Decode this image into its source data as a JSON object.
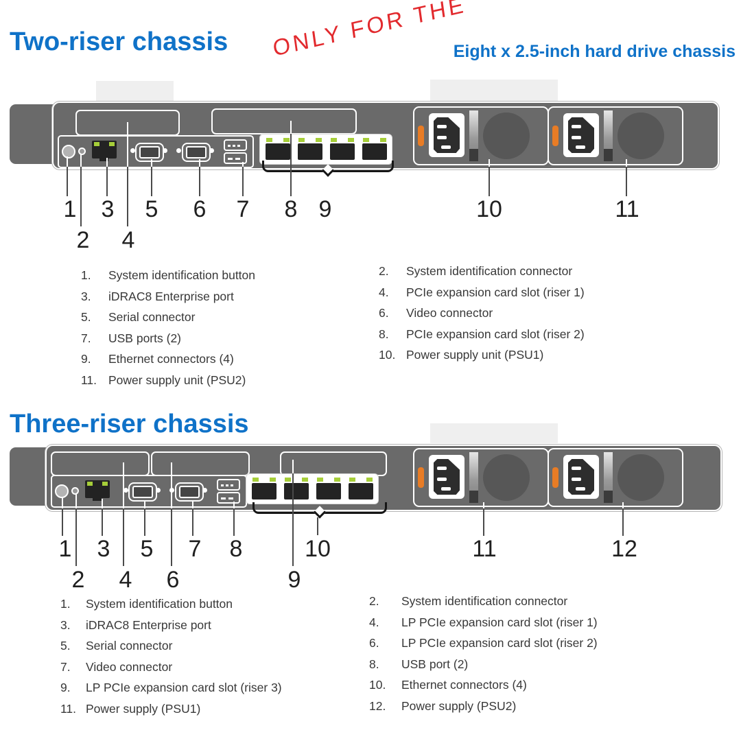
{
  "colors": {
    "accent_blue": "#0f72c8",
    "annotation_red": "#e22a2e",
    "chassis_gray": "#6a6a6a",
    "led_green": "#a6ce39",
    "psu_orange": "#e87c25"
  },
  "two_riser": {
    "title": "Two-riser chassis",
    "annotation": "ONLY FOR THE",
    "subtitle": "Eight x 2.5-inch hard drive chassis",
    "callouts": [
      "1",
      "2",
      "3",
      "4",
      "5",
      "6",
      "7",
      "8",
      "9",
      "10",
      "11"
    ],
    "legend_left": [
      {
        "num": "1.",
        "text": "System identification button"
      },
      {
        "num": "3.",
        "text": "iDRAC8 Enterprise port"
      },
      {
        "num": "5.",
        "text": "Serial connector"
      },
      {
        "num": "7.",
        "text": "USB ports (2)"
      },
      {
        "num": "9.",
        "text": "Ethernet connectors (4)"
      },
      {
        "num": "11.",
        "text": "Power supply unit (PSU2)"
      }
    ],
    "legend_right": [
      {
        "num": "2.",
        "text": "System identification connector"
      },
      {
        "num": "4.",
        "text": "PCIe expansion card slot (riser 1)"
      },
      {
        "num": "6.",
        "text": "Video connector"
      },
      {
        "num": "8.",
        "text": "PCIe expansion card slot (riser 2)"
      },
      {
        "num": "10.",
        "text": "Power supply unit (PSU1)"
      }
    ]
  },
  "three_riser": {
    "title": "Three-riser chassis",
    "callouts": [
      "1",
      "2",
      "3",
      "4",
      "5",
      "6",
      "7",
      "8",
      "9",
      "10",
      "11",
      "12"
    ],
    "legend_left": [
      {
        "num": "1.",
        "text": "System identification button"
      },
      {
        "num": "3.",
        "text": "iDRAC8 Enterprise port"
      },
      {
        "num": "5.",
        "text": "Serial connector"
      },
      {
        "num": "7.",
        "text": "Video connector"
      },
      {
        "num": "9.",
        "text": "LP PCIe expansion card slot (riser 3)"
      },
      {
        "num": "11.",
        "text": "Power supply (PSU1)"
      }
    ],
    "legend_right": [
      {
        "num": "2.",
        "text": "System identification connector"
      },
      {
        "num": "4.",
        "text": "LP PCIe expansion card slot (riser 1)"
      },
      {
        "num": "6.",
        "text": "LP PCIe expansion card slot (riser 2)"
      },
      {
        "num": "8.",
        "text": "USB port (2)"
      },
      {
        "num": "10.",
        "text": "Ethernet connectors (4)"
      },
      {
        "num": "12.",
        "text": "Power supply (PSU2)"
      }
    ]
  }
}
